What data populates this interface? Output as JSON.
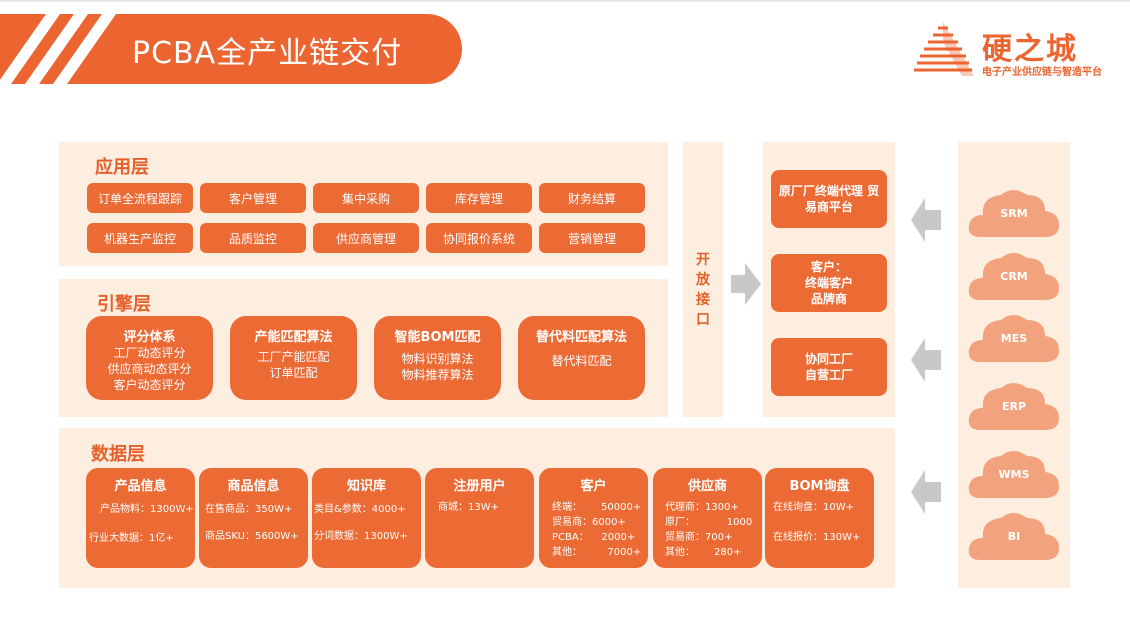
{
  "header": {
    "title": "PCBA全产业链交付"
  },
  "logo": {
    "name": "硬之城",
    "subtitle": "电子产业供应链与智造平台"
  },
  "app_layer": {
    "title": "应用层",
    "items": [
      "订单全流程跟踪",
      "客户管理",
      "集中采购",
      "库存管理",
      "财务结算",
      "机器生产监控",
      "品质监控",
      "供应商管理",
      "协同报价系统",
      "营销管理"
    ]
  },
  "engine_layer": {
    "title": "引擎层",
    "cards": [
      {
        "title": "评分体系",
        "lines": [
          "工厂动态评分",
          "供应商动态评分",
          "客户动态评分"
        ]
      },
      {
        "title": "产能匹配算法",
        "lines": [
          "工厂产能匹配",
          "订单匹配"
        ]
      },
      {
        "title": "智能BOM匹配",
        "lines": [
          "物料识别算法",
          "物料推荐算法"
        ]
      },
      {
        "title": "替代料匹配算法",
        "lines": [
          "替代料匹配"
        ]
      }
    ]
  },
  "data_layer": {
    "title": "数据层",
    "cards": [
      {
        "title": "产品信息",
        "lines": [
          "产品物料：1300W+",
          "行业大数据：1亿+"
        ]
      },
      {
        "title": "商品信息",
        "lines": [
          "在售商品：350W+",
          "商品SKU：5600W+"
        ]
      },
      {
        "title": "知识库",
        "lines": [
          "类目&参数：4000+",
          "分词数据：1300W+"
        ]
      },
      {
        "title": "注册用户",
        "lines": [
          "商城：13W+"
        ]
      },
      {
        "title": "客户",
        "lines": [
          "终端：      50000+",
          "贸易商：6000+",
          "PCBA：    2000+",
          "其他：        7000+"
        ]
      },
      {
        "title": "供应商",
        "lines": [
          "代理商：1300+",
          "原厂：          1000",
          "贸易商：700+",
          "其他：      280+"
        ]
      },
      {
        "title": "BOM询盘",
        "lines": [
          "在线询盘：10W+",
          "在线报价：130W+"
        ]
      }
    ]
  },
  "open_interface": {
    "label": "开放接口",
    "chars": [
      "开",
      "放",
      "接",
      "口"
    ]
  },
  "clients": [
    {
      "lines": [
        "原厂厂终端代理 贸",
        "易商平台"
      ]
    },
    {
      "lines": [
        "客户：",
        "终端客户",
        "品牌商"
      ]
    },
    {
      "lines": [
        "协同工厂",
        "自营工厂"
      ]
    }
  ],
  "systems": [
    "SRM",
    "CRM",
    "MES",
    "ERP",
    "WMS",
    "BI"
  ],
  "colors": {
    "accent": "#ec6530",
    "card": "#ec6a34",
    "panel": "#fdeee0",
    "cloud": "#f2a27c",
    "arrow": "#c8c8c8"
  }
}
